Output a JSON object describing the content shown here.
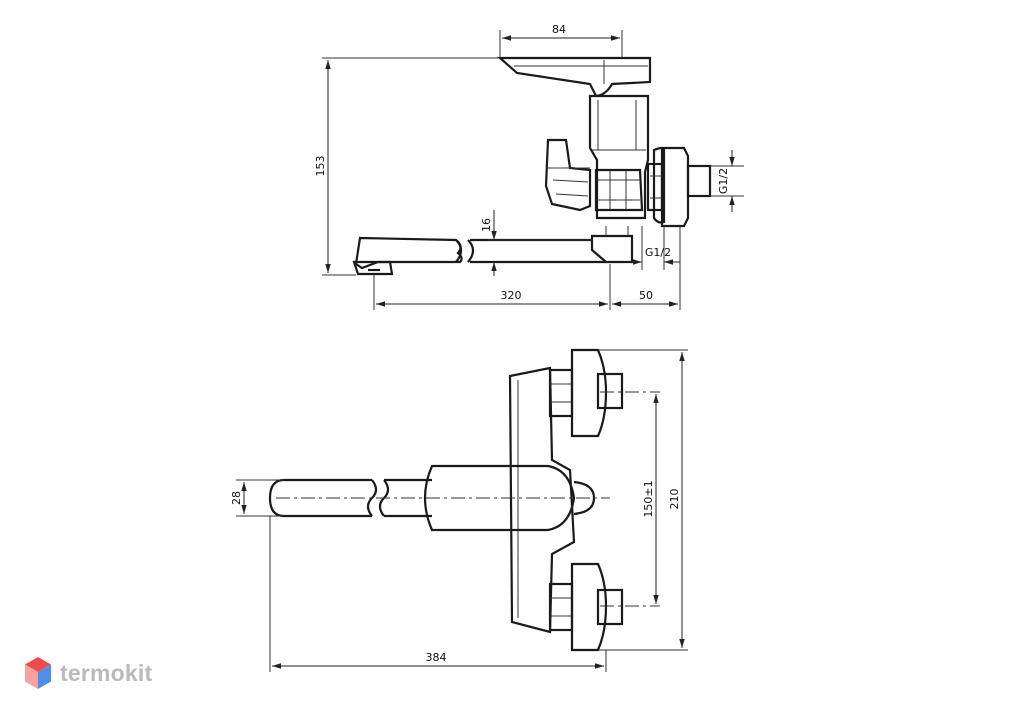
{
  "dimensions": {
    "top_width": "84",
    "top_height": "153",
    "spout_thickness": "16",
    "thread_side": "G1/2",
    "thread_bottom": "G1/2",
    "spout_length": "320",
    "wall_offset": "50",
    "spout_height": "28",
    "centers": "150±1",
    "total_height": "210",
    "total_length": "384"
  },
  "brand": {
    "name": "termokit",
    "colors": {
      "red": "#f04a4a",
      "blue": "#4f8ee8",
      "gray": "#b9b9bf"
    }
  }
}
